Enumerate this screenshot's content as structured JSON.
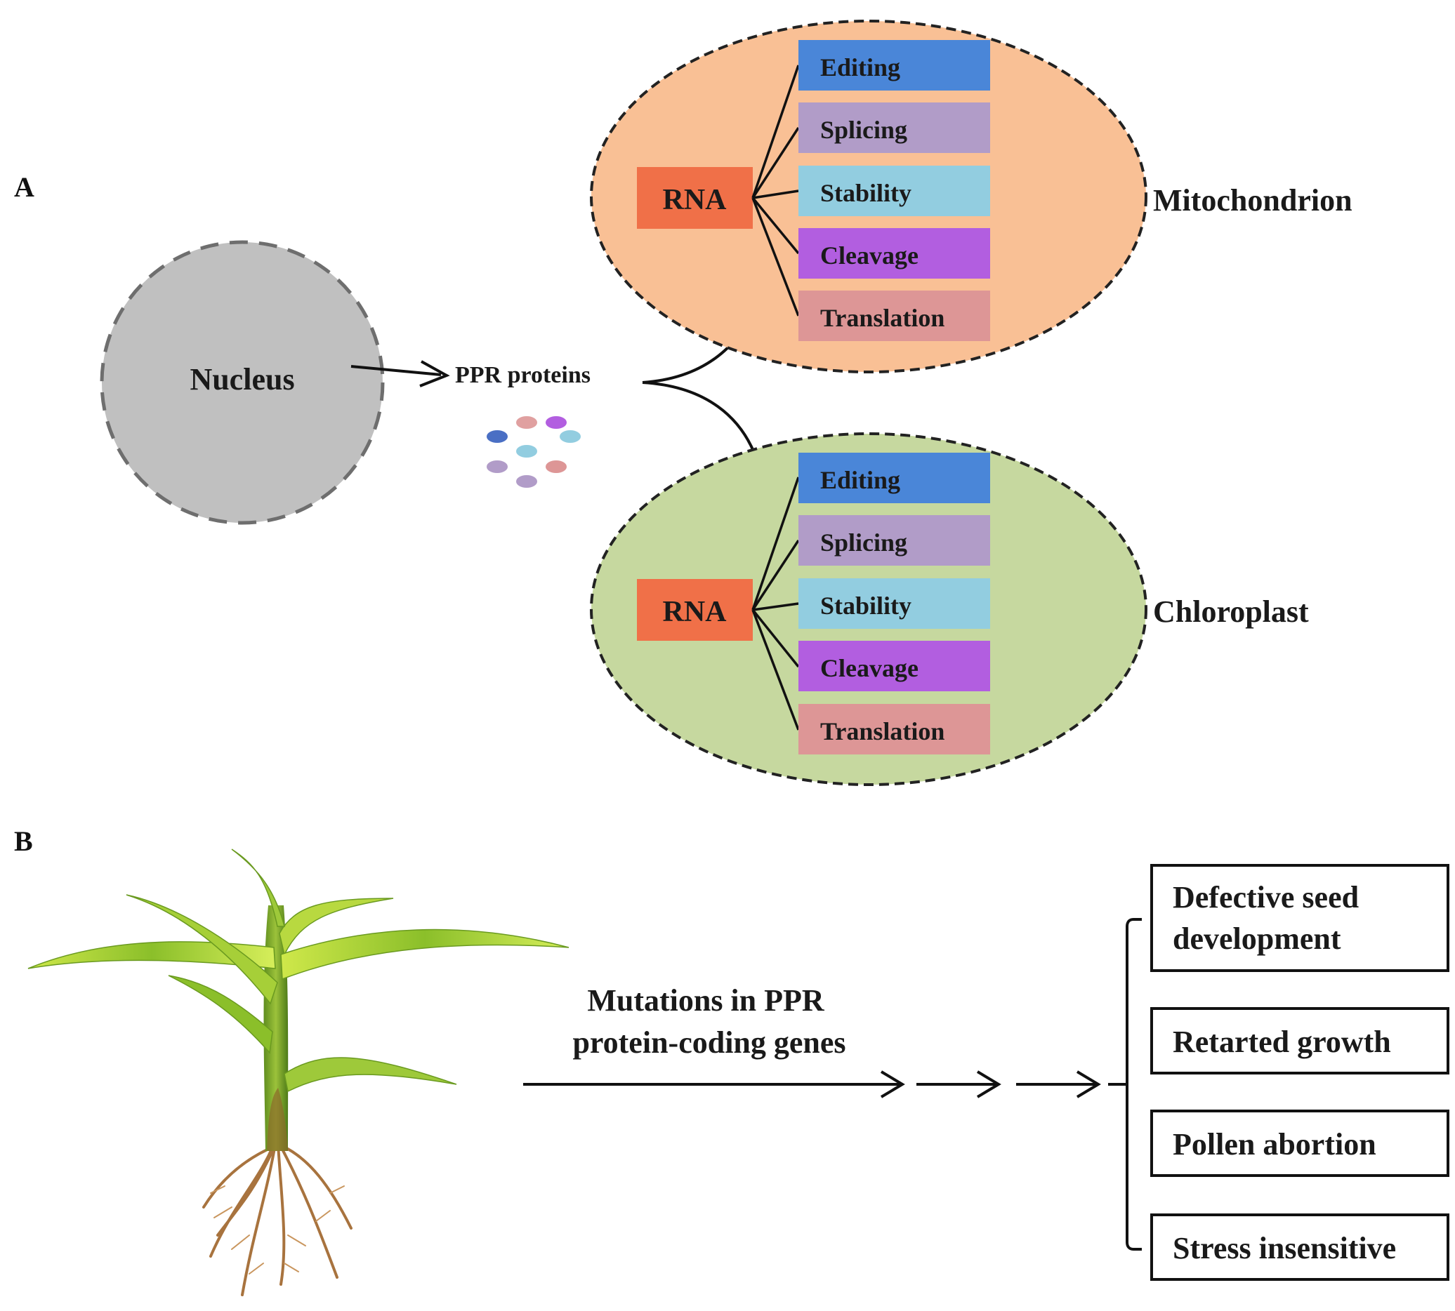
{
  "panel_a": {
    "label": "A",
    "nucleus_label": "Nucleus",
    "ppr_label": "PPR proteins",
    "organelles": [
      {
        "id": "mitochondrion",
        "name": "Mitochondrion",
        "fill": "#f9c095",
        "rna_label": "RNA",
        "functions": [
          "Editing",
          "Splicing",
          "Stability",
          "Cleavage",
          "Translation"
        ]
      },
      {
        "id": "chloroplast",
        "name": "Chloroplast",
        "fill": "#c6d89f",
        "rna_label": "RNA",
        "functions": [
          "Editing",
          "Splicing",
          "Stability",
          "Cleavage",
          "Translation"
        ]
      }
    ],
    "colors": {
      "nucleus": "#c0c0c0",
      "rna": "#f07048",
      "editing": "#4a86d8",
      "splicing": "#b19cc8",
      "stability": "#92cde0",
      "cleavage": "#b25ee0",
      "translation": "#dd9696"
    },
    "protein_dot_colors": [
      "#4a6fc4",
      "#e0a0a0",
      "#b25ee0",
      "#92cde0",
      "#b19cc8",
      "#92cde0",
      "#dd9696",
      "#b19cc8"
    ]
  },
  "panel_b": {
    "label": "B",
    "mutation_line1": "Mutations in PPR",
    "mutation_line2": "protein-coding genes",
    "phenotypes": [
      [
        "Defective seed",
        "development"
      ],
      [
        "Retarted growth"
      ],
      [
        "Pollen abortion"
      ],
      [
        "Stress insensitive"
      ]
    ],
    "icon": "maize-seedling-icon"
  }
}
